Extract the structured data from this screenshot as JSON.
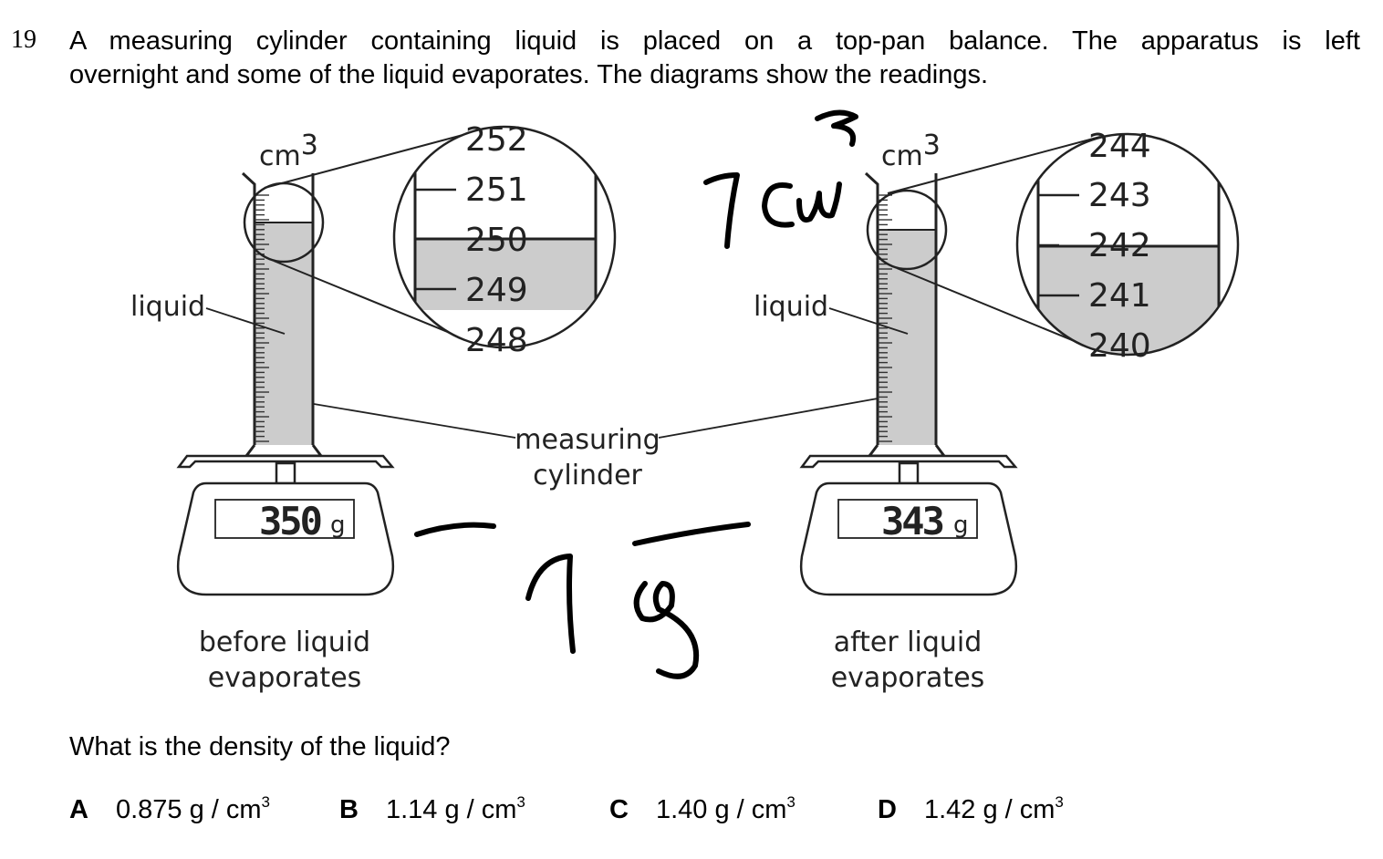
{
  "question": {
    "number": "19",
    "line1": "A measuring cylinder containing liquid is placed on a top-pan balance. The apparatus is left",
    "line2": "overnight and some of the liquid evaporates. The diagrams show the readings."
  },
  "diagram": {
    "before": {
      "unit": "cm",
      "unit_power": "3",
      "scale_labels": [
        "252",
        "251",
        "250",
        "249",
        "248"
      ],
      "balance_reading": "350",
      "balance_unit": "g",
      "liquid_label": "liquid",
      "caption_line1": "before liquid",
      "caption_line2": "evaporates"
    },
    "after": {
      "unit": "cm",
      "unit_power": "3",
      "scale_labels": [
        "244",
        "243",
        "242",
        "241",
        "240"
      ],
      "balance_reading": "343",
      "balance_unit": "g",
      "liquid_label": "liquid",
      "caption_line1": "after liquid",
      "caption_line2": "evaporates"
    },
    "cylinder_label_line1": "measuring",
    "cylinder_label_line2": "cylinder",
    "liquid_fill_color": "#cccccc"
  },
  "handwriting": {
    "volume_note": "7cm³",
    "mass_note": "7g"
  },
  "prompt": "What is the density of the liquid?",
  "options": [
    {
      "letter": "A",
      "value": "0.875 g / cm",
      "power": "3"
    },
    {
      "letter": "B",
      "value": "1.14 g / cm",
      "power": "3"
    },
    {
      "letter": "C",
      "value": "1.40 g / cm",
      "power": "3"
    },
    {
      "letter": "D",
      "value": "1.42 g / cm",
      "power": "3"
    }
  ]
}
